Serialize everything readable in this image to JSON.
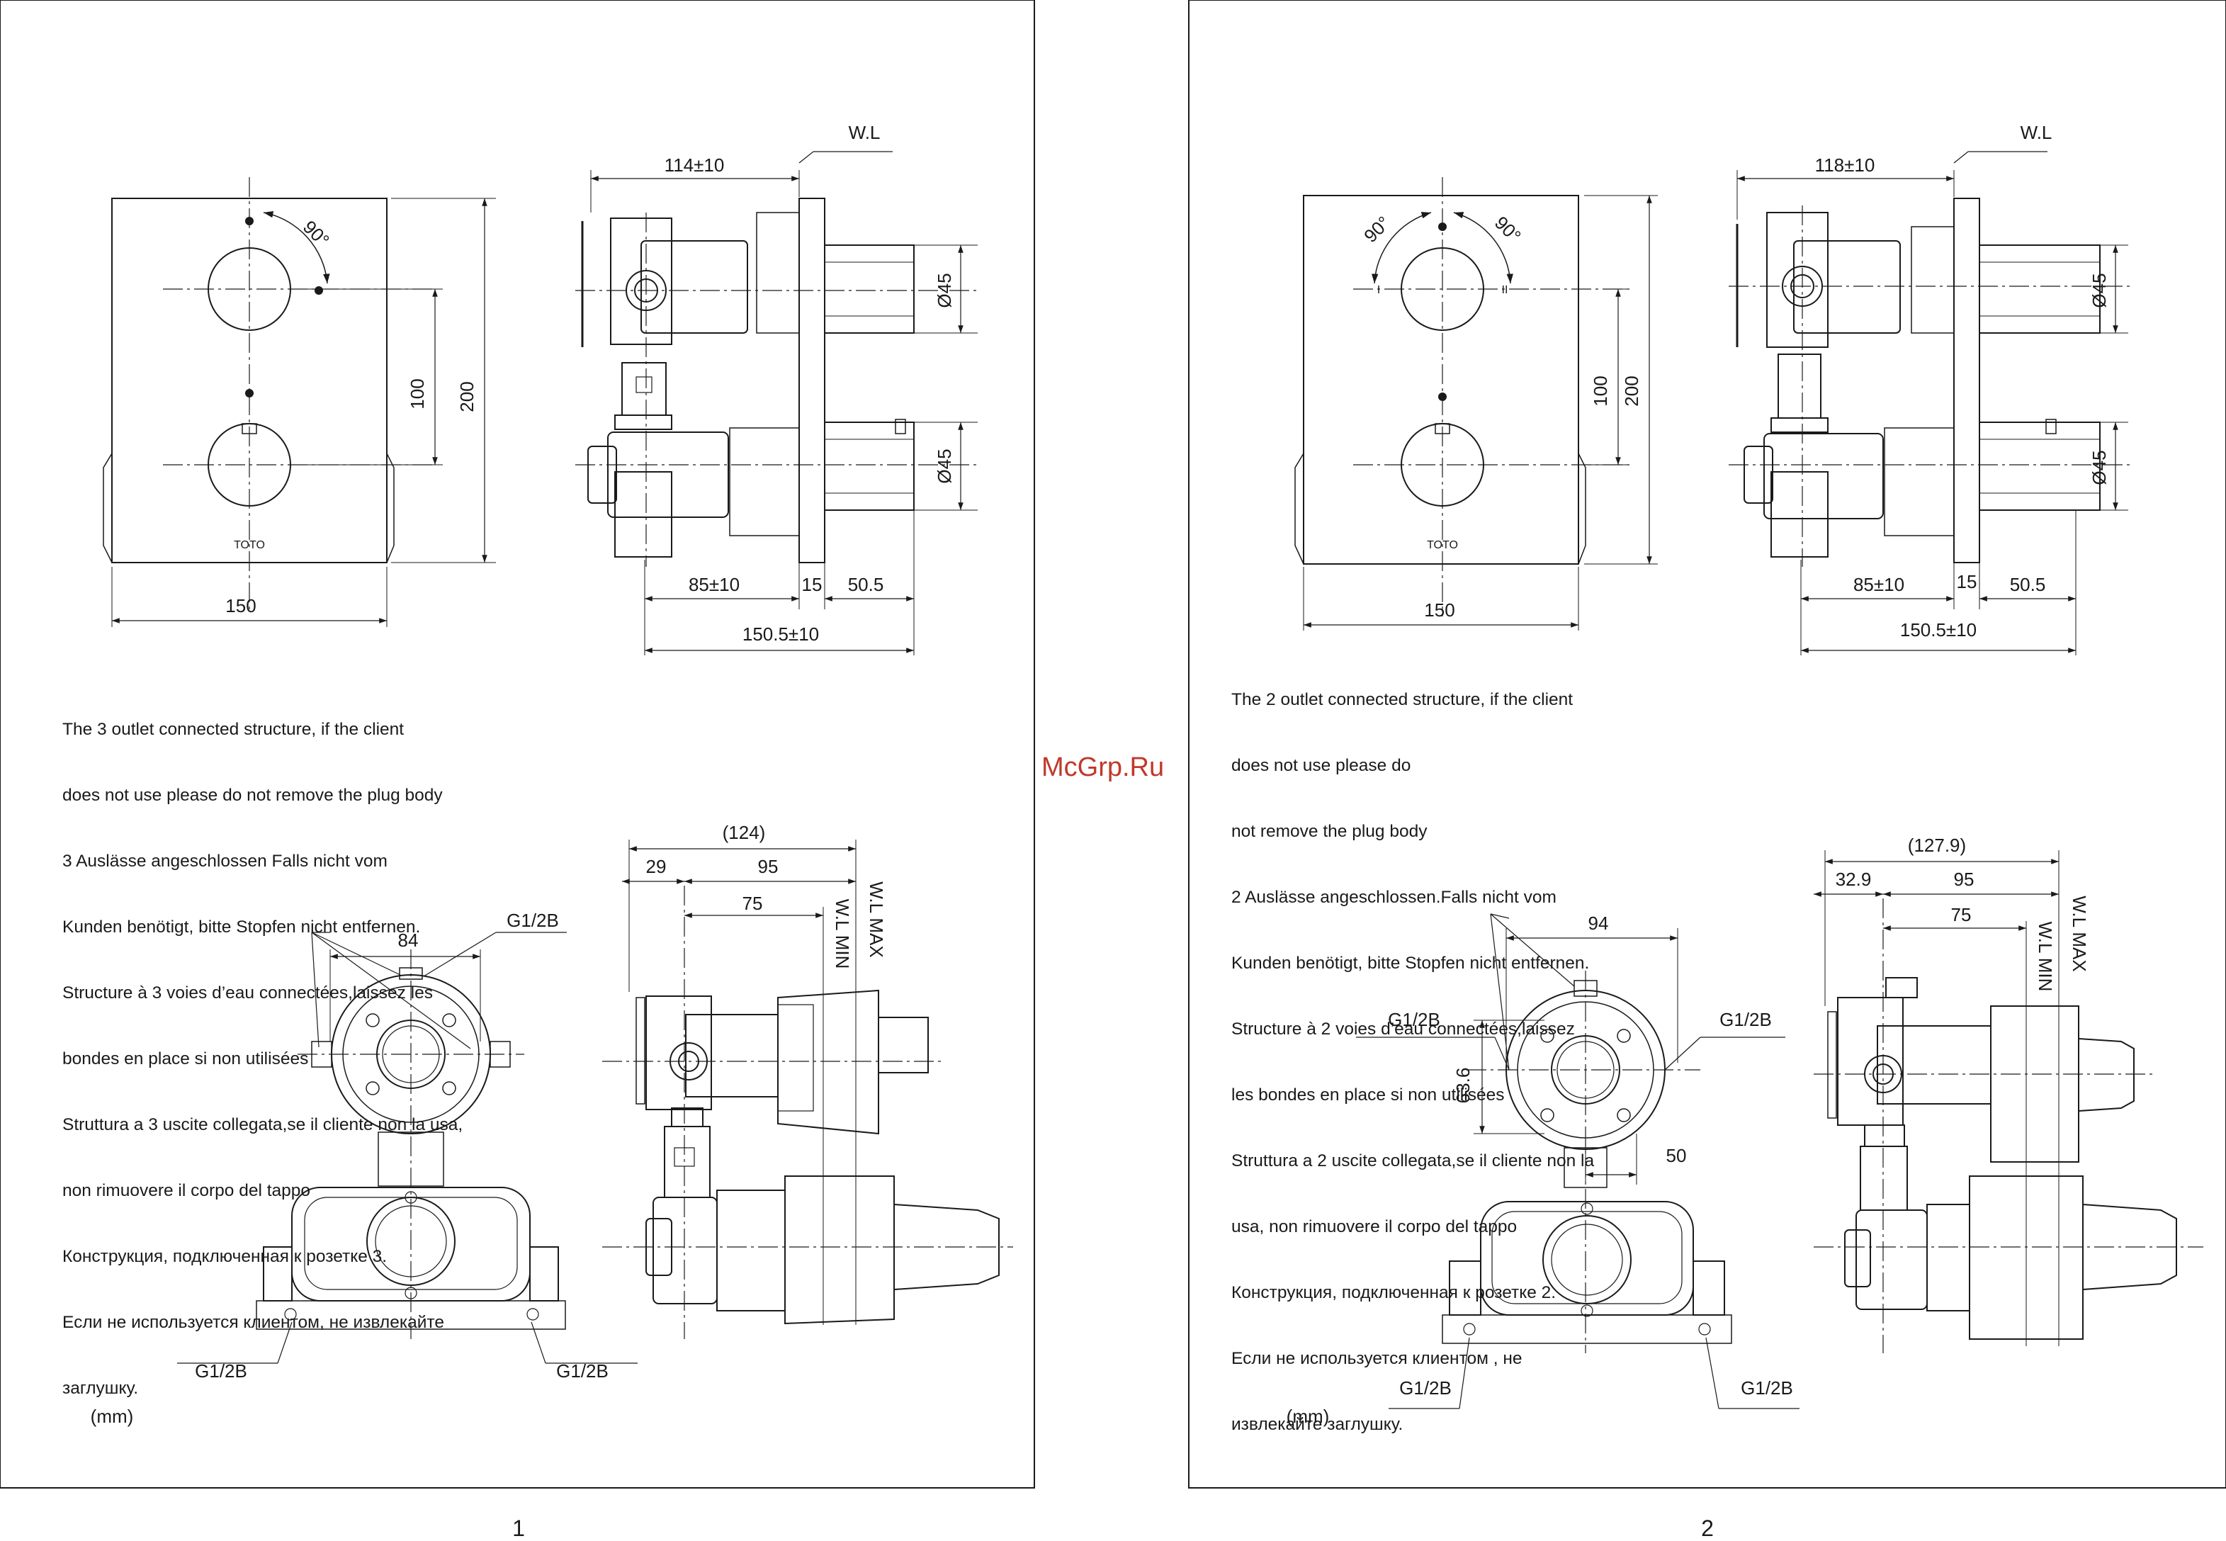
{
  "watermark": "McGrp.Ru",
  "pages": [
    {
      "page_number": "1",
      "front": {
        "width": "150",
        "height": "200",
        "spacing": "100",
        "angle": "90°",
        "brand": "TOTO"
      },
      "side": {
        "depth": "114±10",
        "wl": "W.L",
        "dia_top": "Ø45",
        "dia_bottom": "Ø45",
        "body": "85±10",
        "plate": "15",
        "knob": "50.5",
        "total": "150.5±10"
      },
      "note_lines": [
        "The 3 outlet connected structure, if the client",
        "does not use please do not remove the plug body",
        "3 Auslässe angeschlossen Falls nicht vom",
        "Kunden benötigt, bitte Stopfen nicht entfernen.",
        "Structure à 3 voies d’eau connectées,laissez les",
        "bondes en place si non utilisées",
        "Struttura a 3 uscite collegata,se il cliente non la usa,",
        "non rimuovere il corpo del tappo",
        "Конструкция, подключенная к розетке 3.",
        "Если не используется клиентом, не извлекайте",
        "заглушку."
      ],
      "rough": {
        "width": "84",
        "thread_top": "G1/2B",
        "thread_left": "G1/2B",
        "thread_right": "G1/2B"
      },
      "rough_side": {
        "overall": "(124)",
        "a": "29",
        "b": "95",
        "c": "75",
        "wl_max": "W.L MAX",
        "wl_min": "W.L MIN"
      },
      "unit": "(mm)"
    },
    {
      "page_number": "2",
      "front": {
        "width": "150",
        "height": "200",
        "spacing": "100",
        "angle_left": "90°",
        "angle_right": "90°",
        "mark_left": "I",
        "mark_right": "II",
        "brand": "TOTO"
      },
      "side": {
        "depth": "118±10",
        "wl": "W.L",
        "dia_top": "Ø45",
        "dia_bottom": "Ø45",
        "body": "85±10",
        "plate": "15",
        "knob": "50.5",
        "total": "150.5±10"
      },
      "note_lines": [
        "The 2 outlet connected structure, if the client",
        "does not use please do",
        "not remove the plug body",
        "2 Auslässe angeschlossen.Falls nicht vom",
        "Kunden benötigt, bitte Stopfen nicht entfernen.",
        "Structure à 2 voies d’eau connectées,laissez",
        "les bondes en place si non utilisées",
        "Struttura a 2 uscite collegata,se il cliente non la",
        "usa, non rimuovere il corpo del tappo",
        "Конструкция, подключенная к розетке 2.",
        "Если не используется клиентом , не",
        "извлекайте заглушку."
      ],
      "rough": {
        "width": "94",
        "height": "63.6",
        "offset": "50",
        "thread_left": "G1/2B",
        "thread_right": "G1/2B",
        "thread_bottom_left": "G1/2B",
        "thread_bottom_right": "G1/2B"
      },
      "rough_side": {
        "overall": "(127.9)",
        "a": "32.9",
        "b": "95",
        "c": "75",
        "wl_max": "W.L MAX",
        "wl_min": "W.L MIN"
      },
      "unit": "(mm)"
    }
  ]
}
